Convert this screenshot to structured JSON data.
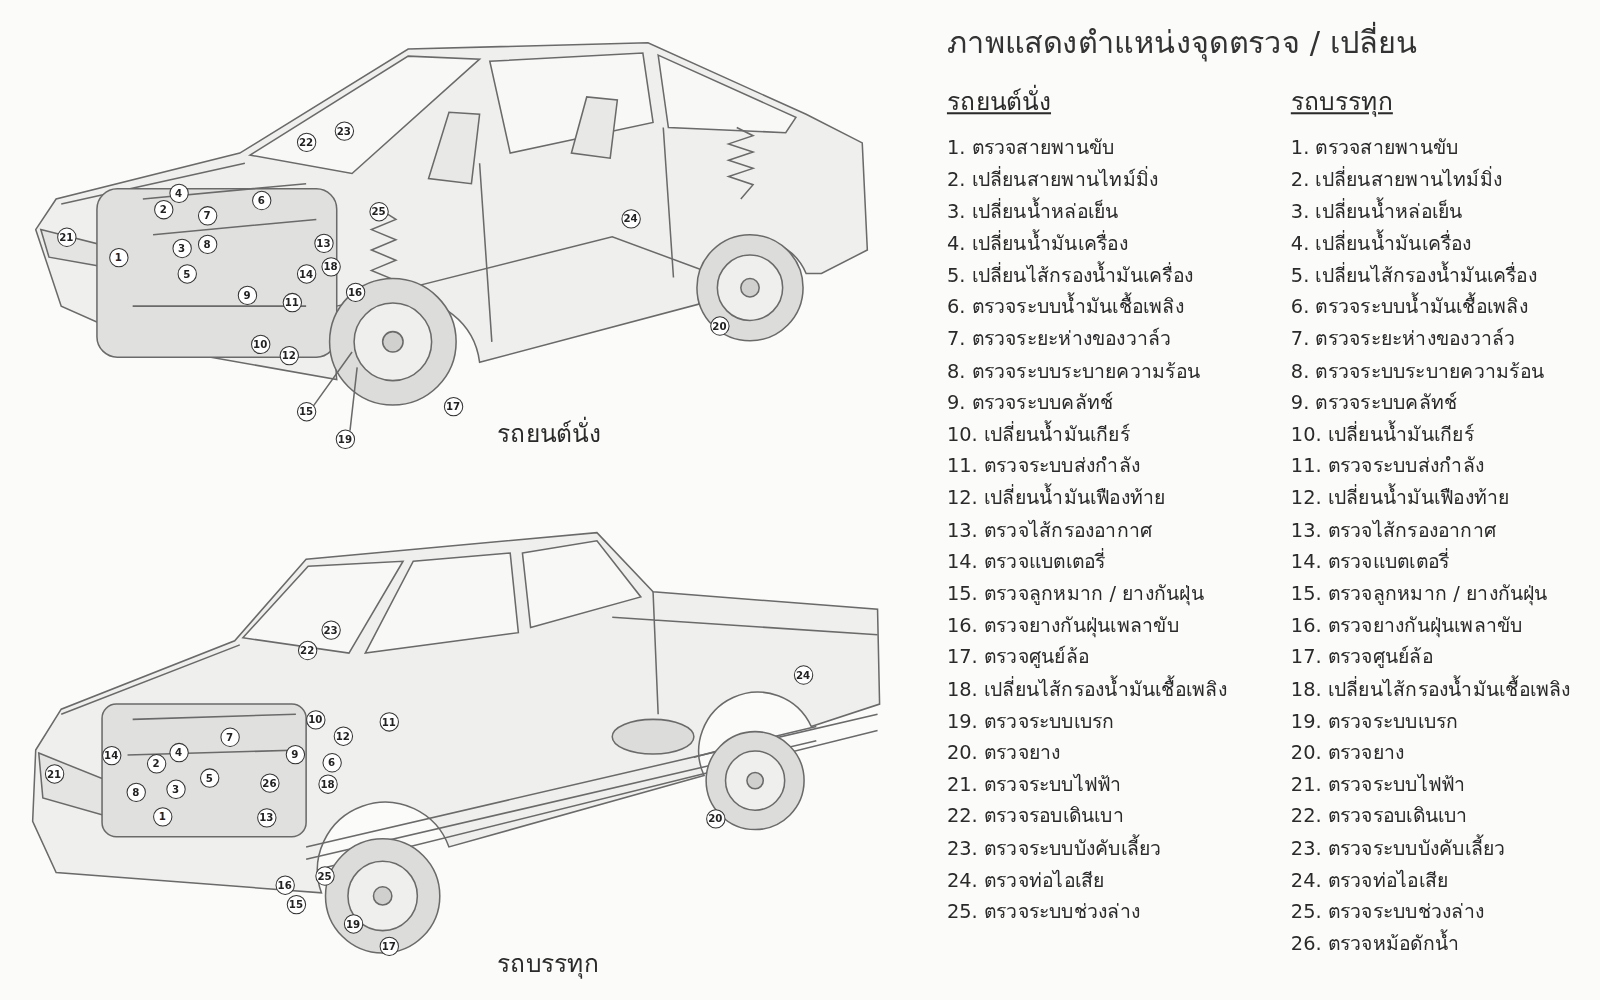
{
  "diagram": {
    "title": "ภาพแสดงตำแหน่งจุดตรวจ / เปลี่ยน",
    "labels": [
      "รถยนต์นั่ง",
      "1. ตรวจสายพานขับ",
      "2. เปลี่ยนสายพานไทม์มิ่ง",
      "3. เปลี่ยนน้ำหล่อเย็น",
      "4. เปลี่ยนน้ำมันเครื่อง",
      "5. เปลี่ยนไส้กรองน้ำมันเครื่อง",
      "6. ตรวจระบบน้ำมันเชื้อเพลิง",
      "7. ตรวจระยะห่างของวาล์ว",
      "8. ตรวจระบบระบายความร้อน",
      "9. ตรวจระบบคลัทช์",
      "10. เปลี่ยนน้ำมันเกียร์",
      "11. ตรวจระบบส่งกำลัง",
      "12. เปลี่ยนน้ำมันเฟืองท้าย",
      "13. ตรวจไส้กรองอากาศ",
      "14. ตรวจแบตเตอรี่",
      "15. ตรวจลูกหมาก / ยางกันฝุ่น",
      "16. ตรวจยางกันฝุ่นเพลาขับ",
      "17. ตรวจศูนย์ล้อ",
      "18. เปลี่ยนไส้กรองน้ำมันเชื้อเพลิง",
      "19. ตรวจระบบเบรก",
      "20. ตรวจยาง",
      "21. ตรวจระบบไฟฟ้า",
      "22. ตรวจรอบเดินเบา",
      "23. ตรวจระบบบังคับเลี้ยว",
      "24. ตรวจท่อไอเสีย",
      "25. ตรวจระบบช่วงล่าง",
      "รถบรรทุก",
      "1. ตรวจสายพานขับ",
      "2. เปลี่ยนสายพานไทม์มิ่ง",
      "3. เปลี่ยนน้ำหล่อเย็น",
      "4. เปลี่ยนน้ำมันเครื่อง",
      "5. เปลี่ยนไส้กรองน้ำมันเครื่อง",
      "6. ตรวจระบบน้ำมันเชื้อเพลิง",
      "7. ตรวจระยะห่างของวาล์ว",
      "8. ตรวจระบบระบายความร้อน",
      "9. ตรวจระบบคลัทช์",
      "10. เปลี่ยนน้ำมันเกียร์",
      "11. ตรวจระบบส่งกำลัง",
      "12. เปลี่ยนน้ำมันเฟืองท้าย",
      "13. ตรวจไส้กรองอากาศ",
      "14. ตรวจแบตเตอรี่",
      "15. ตรวจลูกหมาก / ยางกันฝุ่น",
      "16. ตรวจยางกันฝุ่นเพลาขับ",
      "17. ตรวจศูนย์ล้อ",
      "18. เปลี่ยนไส้กรองน้ำมันเชื้อเพลิง",
      "19. ตรวจระบบเบรก",
      "20. ตรวจยาง",
      "21. ตรวจระบบไฟฟ้า",
      "22. ตรวจรอบเดินเบา",
      "23. ตรวจระบบบังคับเลี้ยว",
      "24. ตรวจท่อไอเสีย",
      "25. ตรวจระบบช่วงล่าง",
      "26. ตรวจหม้อดักน้ำ",
      "รถยนต์นั่ง",
      "รถบรรทุก",
      "1",
      "2",
      "3",
      "4",
      "5",
      "6",
      "7",
      "8",
      "9",
      "10",
      "11",
      "12",
      "13",
      "14",
      "15",
      "16",
      "17",
      "18",
      "19",
      "20",
      "21",
      "22",
      "23",
      "24",
      "25",
      "1",
      "2",
      "3",
      "4",
      "5",
      "6",
      "7",
      "8",
      "9",
      "10",
      "11",
      "12",
      "13",
      "14",
      "15",
      "16",
      "17",
      "18",
      "19",
      "20",
      "21",
      "22",
      "23",
      "24",
      "25",
      "26"
    ]
  }
}
